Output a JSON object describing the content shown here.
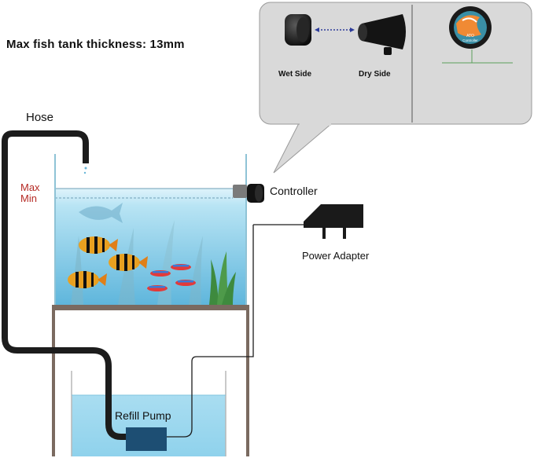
{
  "diagram": {
    "title": "Max fish tank thickness: 13mm",
    "labels": {
      "hose": "Hose",
      "max": "Max",
      "min": "Min",
      "controller": "Controller",
      "power_adapter": "Power Adapter",
      "refill_pump": "Refill Pump"
    },
    "callout": {
      "wet_side": "Wet Side",
      "dry_side": "Dry Side",
      "device_label_line1": "ATO",
      "device_label_line2": "Controller"
    },
    "colors": {
      "water": "#8fd2ec",
      "water_deep": "#5fb6dc",
      "hose": "#1c1c1c",
      "stand": "#7a6a60",
      "callout_bg": "#d9d9d9",
      "max_min_text": "#b52b25",
      "pump": "#1d4e73"
    }
  }
}
